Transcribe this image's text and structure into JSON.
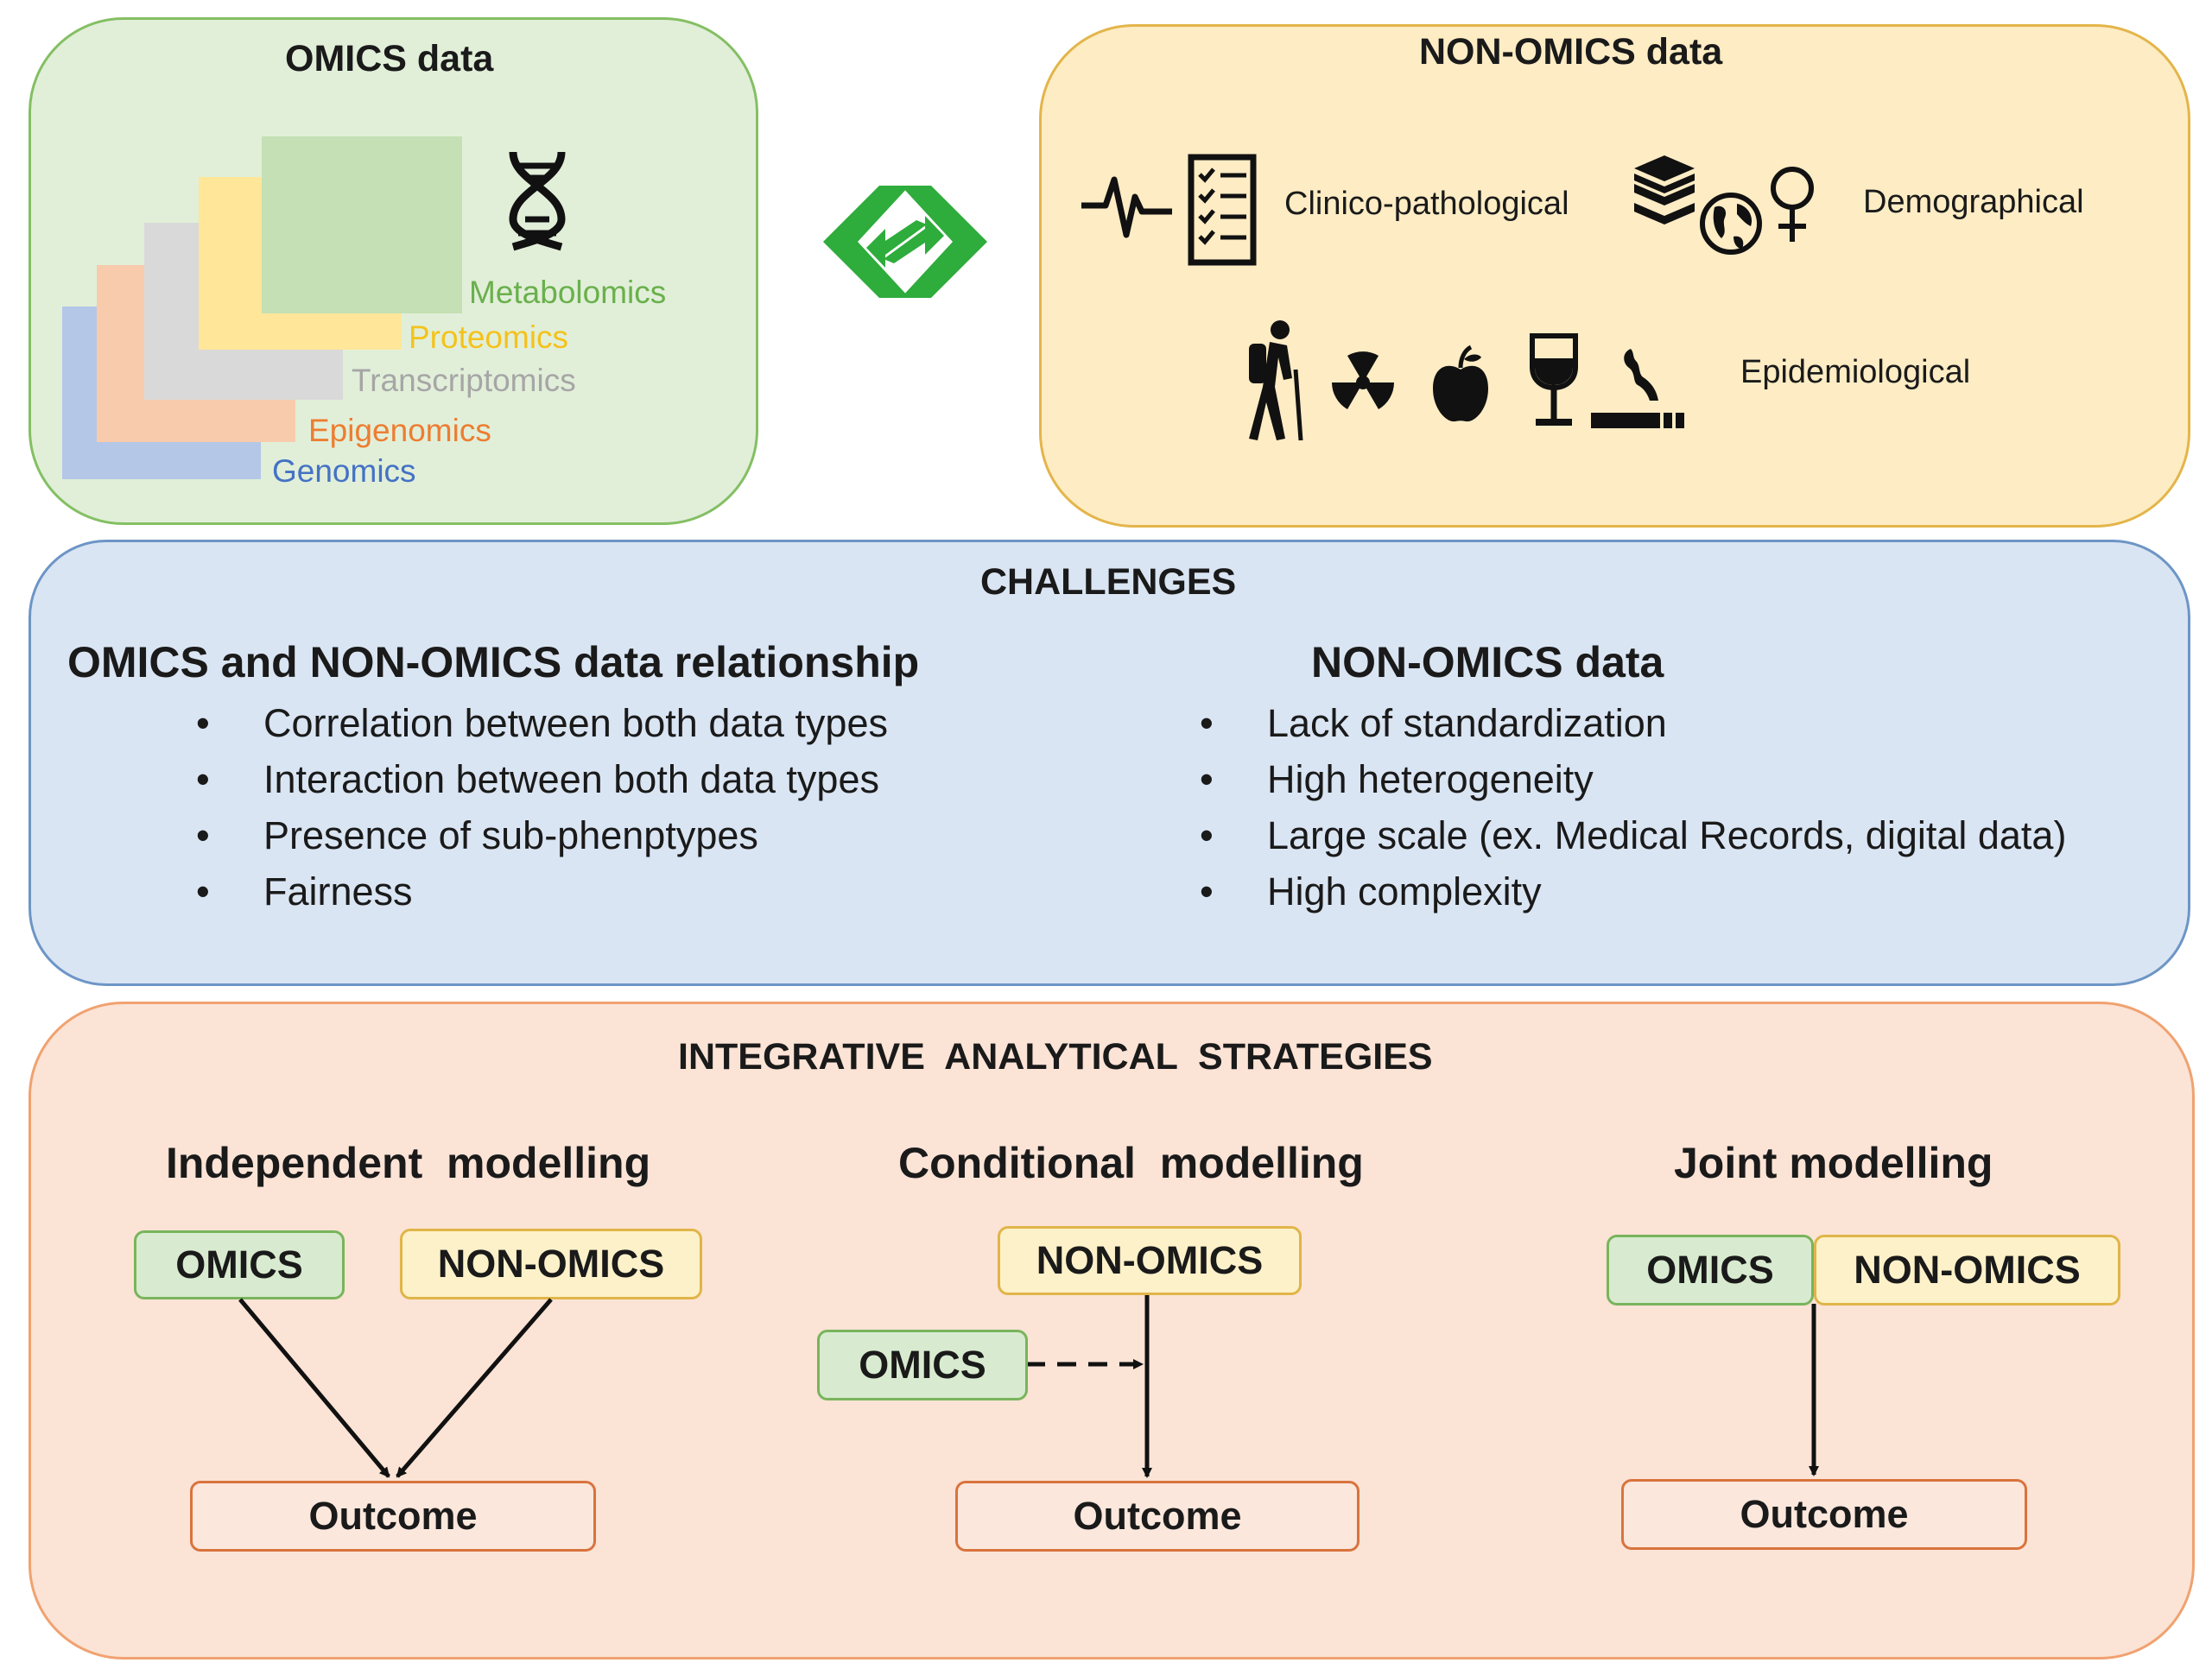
{
  "omics_panel": {
    "title": "OMICS data",
    "layers": [
      {
        "label": "Metabolomics",
        "color": "#6ab04c"
      },
      {
        "label": "Proteomics",
        "color": "#f5c21b"
      },
      {
        "label": "Transcriptomics",
        "color": "#a6a6a6"
      },
      {
        "label": "Epigenomics",
        "color": "#ed7d31"
      },
      {
        "label": "Genomics",
        "color": "#4472c4"
      }
    ],
    "icon": "dna-icon"
  },
  "link_icon": "interconnection-arrows-icon",
  "nonomics_panel": {
    "title": "NON-OMICS data",
    "categories": {
      "clinical": "Clinico-pathological",
      "demographic": "Demographical",
      "epidemiological": "Epidemiological"
    }
  },
  "challenges": {
    "title": "CHALLENGES",
    "left": {
      "heading": "OMICS and NON-OMICS data relationship",
      "items": [
        "Correlation between both data types",
        "Interaction between both data types",
        "Presence of sub-phenptypes",
        "Fairness"
      ]
    },
    "right": {
      "heading": "NON-OMICS data",
      "items": [
        "Lack of standardization",
        "High heterogeneity",
        "Large scale (ex. Medical Records, digital data)",
        "High complexity"
      ]
    },
    "bullet": "•"
  },
  "strategies": {
    "title": "INTEGRATIVE  ANALYTICAL  STRATEGIES",
    "independent": {
      "heading": "Independent  modelling",
      "omics": "OMICS",
      "non_omics": "NON-OMICS",
      "outcome": "Outcome"
    },
    "conditional": {
      "heading": "Conditional  modelling",
      "omics": "OMICS",
      "non_omics": "NON-OMICS",
      "outcome": "Outcome"
    },
    "joint": {
      "heading": "Joint modelling",
      "omics": "OMICS",
      "non_omics": "NON-OMICS",
      "outcome": "Outcome"
    }
  }
}
